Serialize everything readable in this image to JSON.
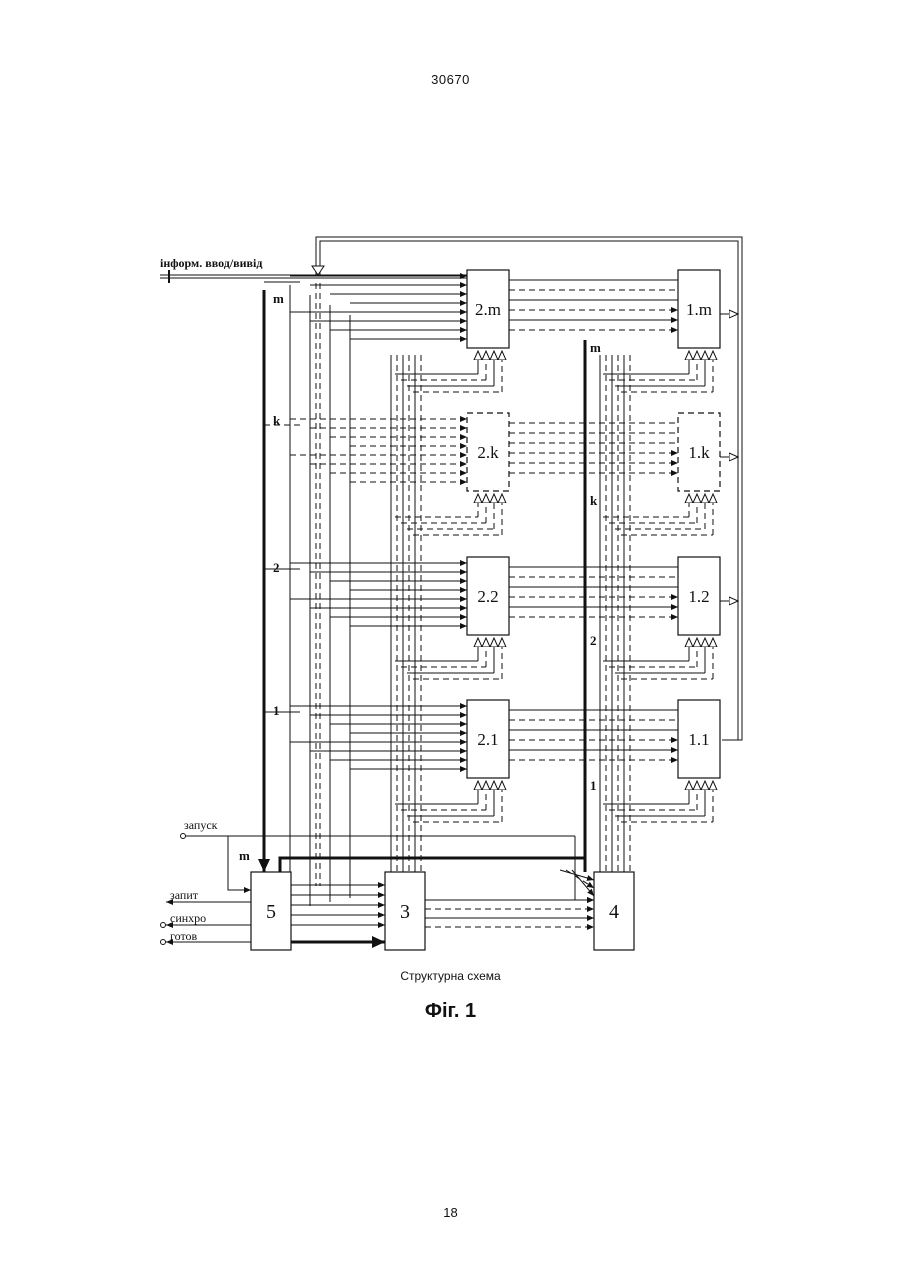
{
  "page": {
    "patent_number": "30670",
    "caption": "Структурна схема",
    "figure_label": "Фіг. 1",
    "page_number": "18"
  },
  "diagram": {
    "bus_label": "інформ. ввод/вивід",
    "blocks": [
      {
        "id": "b2m",
        "label": "2.m",
        "dashed": false
      },
      {
        "id": "b1m",
        "label": "1.m",
        "dashed": false
      },
      {
        "id": "b2k",
        "label": "2.k",
        "dashed": true
      },
      {
        "id": "b1k",
        "label": "1.k",
        "dashed": true
      },
      {
        "id": "b22",
        "label": "2.2",
        "dashed": false
      },
      {
        "id": "b12",
        "label": "1.2",
        "dashed": false
      },
      {
        "id": "b21",
        "label": "2.1",
        "dashed": false
      },
      {
        "id": "b11",
        "label": "1.1",
        "dashed": false
      },
      {
        "id": "b5",
        "label": "5",
        "dashed": false
      },
      {
        "id": "b3",
        "label": "3",
        "dashed": false
      },
      {
        "id": "b4",
        "label": "4",
        "dashed": false
      }
    ],
    "left_indices": [
      {
        "id": "lm",
        "label": "m"
      },
      {
        "id": "lk",
        "label": "k"
      },
      {
        "id": "l2",
        "label": "2"
      },
      {
        "id": "l1",
        "label": "1"
      }
    ],
    "right_indices": [
      {
        "id": "rm",
        "label": "m"
      },
      {
        "id": "rk",
        "label": "k"
      },
      {
        "id": "r2",
        "label": "2"
      },
      {
        "id": "r1",
        "label": "1"
      }
    ],
    "m_label_bottom": "m",
    "signals": [
      {
        "id": "zapusk",
        "label": "запуск"
      },
      {
        "id": "zapyt",
        "label": "запит"
      },
      {
        "id": "synhro",
        "label": "синхро"
      },
      {
        "id": "gotov",
        "label": "готов"
      }
    ]
  },
  "colors": {
    "ink": "#111111",
    "paper": "#ffffff"
  }
}
